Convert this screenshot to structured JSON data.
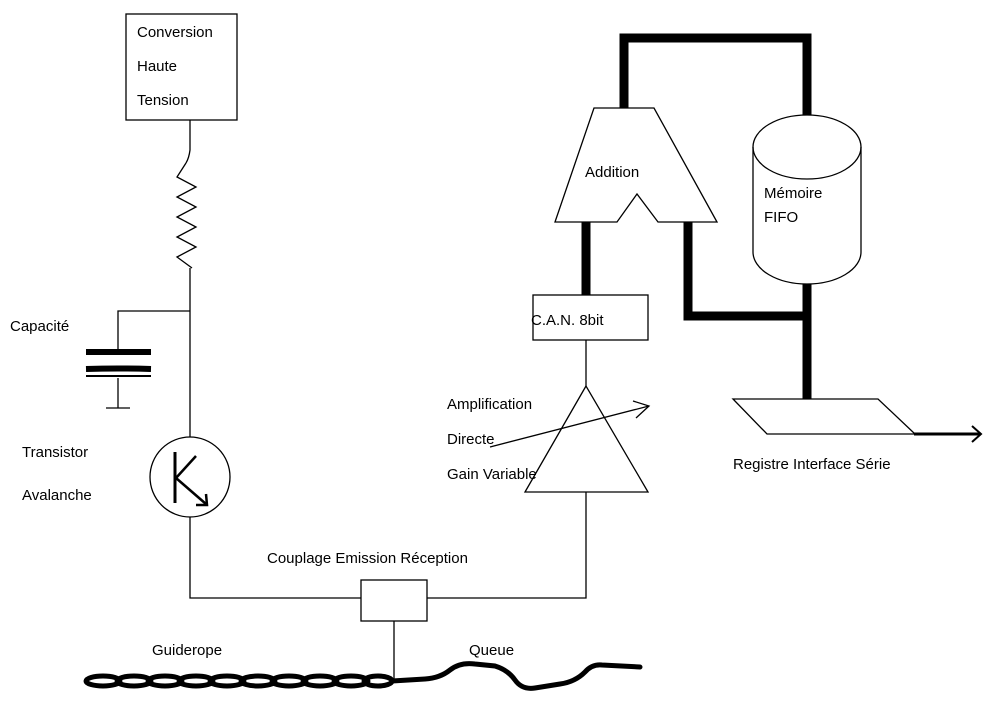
{
  "labels": {
    "conversion_line1": "Conversion",
    "conversion_line2": "Haute",
    "conversion_line3": "Tension",
    "capacite": "Capacité",
    "transistor_line1": "Transistor",
    "transistor_line2": "Avalanche",
    "couplage": "Couplage Emission Réception",
    "guiderope": "Guiderope",
    "queue": "Queue",
    "amplification_line1": "Amplification",
    "amplification_line2": "Directe",
    "amplification_line3": "Gain Variable",
    "can": "C.A.N. 8bit",
    "addition": "Addition",
    "memoire_line1": "Mémoire",
    "memoire_line2": "FIFO",
    "registre": "Registre Interface Série"
  },
  "colors": {
    "line": "#000000",
    "background": "#ffffff"
  }
}
